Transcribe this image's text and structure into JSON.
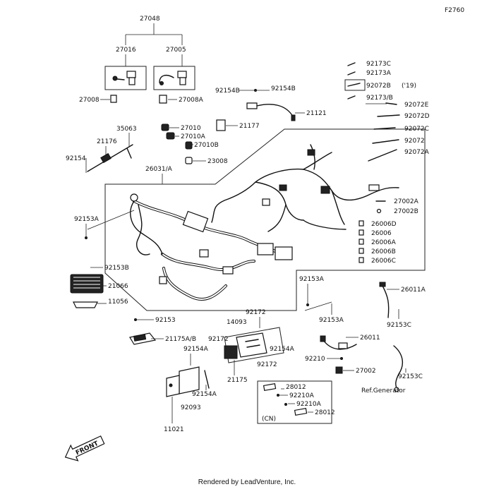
{
  "diagram_id": "F2760",
  "parts": {
    "p27048": "27048",
    "p27016": "27016",
    "p27005": "27005",
    "p27008": "27008",
    "p27008A": "27008A",
    "p27010": "27010",
    "p27010A": "27010A",
    "p27010B": "27010B",
    "p23008": "23008",
    "p21177": "21177",
    "p92154B_a": "92154B",
    "p92154B_b": "92154B",
    "p21121": "21121",
    "p35063": "35063",
    "p21176": "21176",
    "p92154": "92154",
    "p26031A": "26031/A",
    "p92153A_left": "92153A",
    "p92153B": "92153B",
    "p21066": "21066",
    "p11056": "11056",
    "p92153": "92153",
    "p21175AB": "21175A/B",
    "p92154A_1": "92154A",
    "p92154A_2": "92154A",
    "p92154A_3": "92154A",
    "p92093": "92093",
    "p11021": "11021",
    "p14093": "14093",
    "p92172_1": "92172",
    "p92172_2": "92172",
    "p92172_3": "92172",
    "p21175": "21175",
    "p92173C": "92173C",
    "p92173A": "92173A",
    "p92072B": "92072B",
    "p19": "('19)",
    "p92173B": "92173/B",
    "p92072E": "92072E",
    "p92072D": "92072D",
    "p92072C": "92072C",
    "p92072": "92072",
    "p92072A": "92072A",
    "p27002A": "27002A",
    "p27002B": "27002B",
    "p26006D": "26006D",
    "p26006": "26006",
    "p26006A": "26006A",
    "p26006B": "26006B",
    "p26006C": "26006C",
    "p92153A_mid": "92153A",
    "p92153A_low": "92153A",
    "p26011A": "26011A",
    "p92153C_1": "92153C",
    "p26011": "26011",
    "p92210": "92210",
    "p27002": "27002",
    "p92153C_2": "92153C",
    "refgen": "Ref.Generator",
    "p28012_1": "28012",
    "p92210A_1": "92210A",
    "p92210A_2": "92210A",
    "p28012_2": "28012",
    "cn": "(CN)"
  },
  "front_label": "FRONT",
  "footer": "Rendered by LeadVenture, Inc."
}
